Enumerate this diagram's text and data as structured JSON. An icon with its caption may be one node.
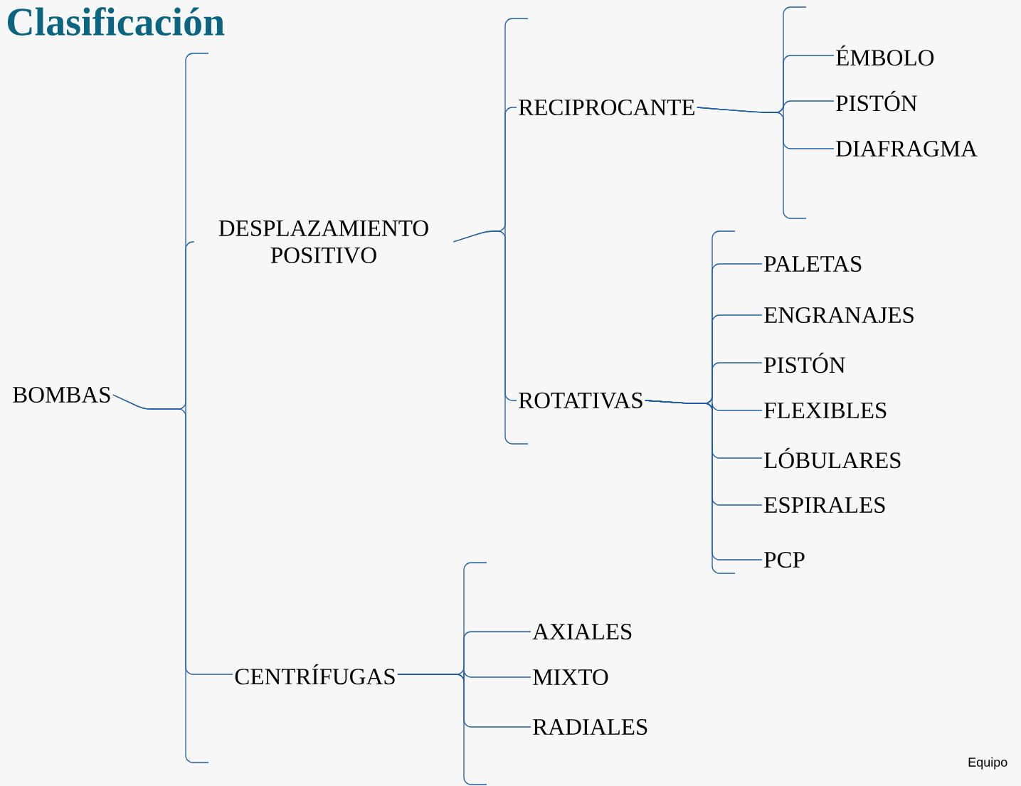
{
  "diagram": {
    "title": "Clasificación",
    "nodes": [
      {
        "text": [
          "BOMBAS"
        ]
      },
      {
        "text": [
          "DESPLAZAMIENTO POSITIVO"
        ]
      },
      {
        "text": [
          "CENTRÍFUGAS"
        ]
      },
      {
        "text": [
          "RECIPROCANTE"
        ]
      },
      {
        "text": [
          "ROTATIVAS"
        ]
      },
      {
        "text": [
          "ÉMBOLO"
        ]
      },
      {
        "text": [
          "PISTÓN"
        ]
      },
      {
        "text": [
          "DIAFRAGMA"
        ]
      },
      {
        "text": [
          "PALETAS"
        ]
      },
      {
        "text": [
          "ENGRANAJES"
        ]
      },
      {
        "text": [
          "PISTÓN"
        ]
      },
      {
        "text": [
          "FLEXIBLES"
        ]
      },
      {
        "text": [
          "LÓBULARES"
        ]
      },
      {
        "text": [
          "ESPIRALES"
        ]
      },
      {
        "text": [
          "PCP"
        ]
      },
      {
        "text": [
          "AXIALES"
        ]
      },
      {
        "text": [
          "MIXTO"
        ]
      },
      {
        "text": [
          "RADIALES"
        ]
      }
    ],
    "edges": [
      {
        "from": 0,
        "to": 1,
        "arrow": "none"
      },
      {
        "from": 0,
        "to": 2,
        "arrow": "none"
      },
      {
        "from": 1,
        "to": 3,
        "arrow": "none"
      },
      {
        "from": 1,
        "to": 4,
        "arrow": "none"
      },
      {
        "from": 3,
        "to": 5,
        "arrow": "none"
      },
      {
        "from": 3,
        "to": 6,
        "arrow": "none"
      },
      {
        "from": 3,
        "to": 7,
        "arrow": "none"
      },
      {
        "from": 4,
        "to": 8,
        "arrow": "none"
      },
      {
        "from": 4,
        "to": 9,
        "arrow": "none"
      },
      {
        "from": 4,
        "to": 10,
        "arrow": "none"
      },
      {
        "from": 4,
        "to": 11,
        "arrow": "none"
      },
      {
        "from": 4,
        "to": 12,
        "arrow": "none"
      },
      {
        "from": 4,
        "to": 13,
        "arrow": "none"
      },
      {
        "from": 4,
        "to": 14,
        "arrow": "none"
      },
      {
        "from": 2,
        "to": 15,
        "arrow": "none"
      },
      {
        "from": 2,
        "to": 16,
        "arrow": "none"
      },
      {
        "from": 2,
        "to": 17,
        "arrow": "none"
      }
    ],
    "labels": [
      "Equipo"
    ]
  }
}
